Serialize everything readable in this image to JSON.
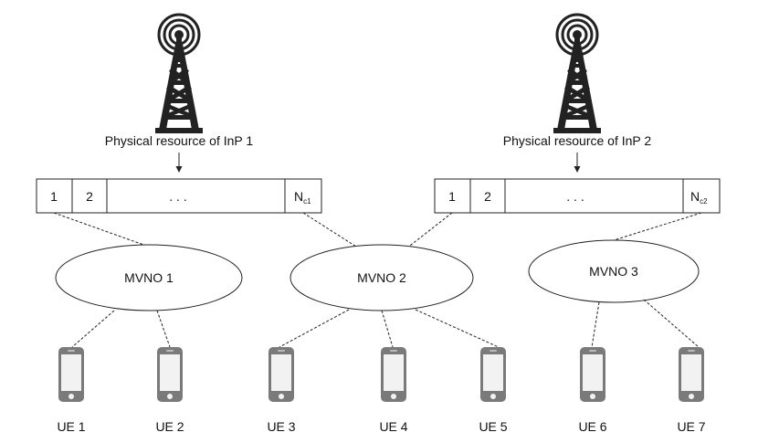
{
  "infrastructure": [
    {
      "caption": "Physical resource of InP 1",
      "cells": [
        "1",
        "2",
        ". . .",
        "N"
      ],
      "last_sub": "c1"
    },
    {
      "caption": "Physical resource of InP 2",
      "cells": [
        "1",
        "2",
        ". . .",
        "N"
      ],
      "last_sub": "c2"
    }
  ],
  "mvnos": [
    "MVNO 1",
    "MVNO 2",
    "MVNO 3"
  ],
  "ues": [
    "UE 1",
    "UE 2",
    "UE 3",
    "UE 4",
    "UE 5",
    "UE 6",
    "UE 7"
  ]
}
